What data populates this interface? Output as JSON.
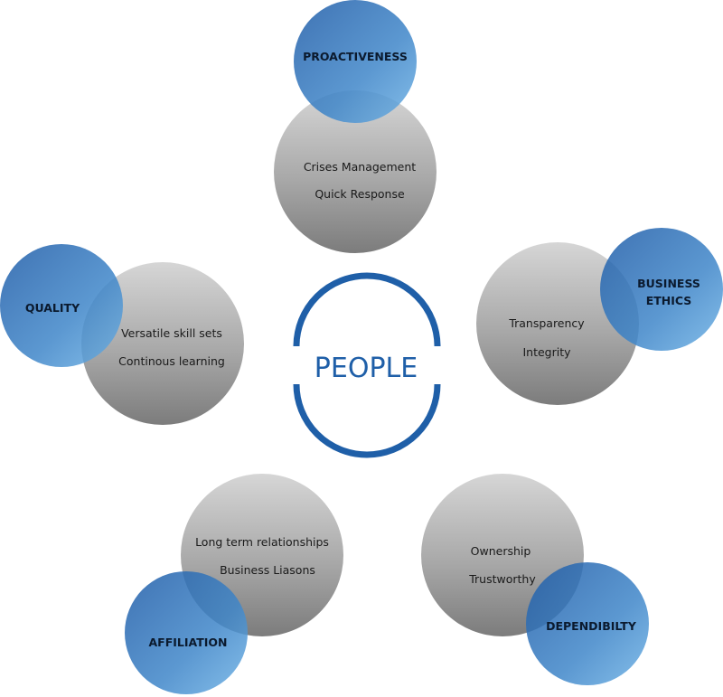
{
  "center": {
    "label": "PEOPLE"
  },
  "clusters": [
    {
      "key": "proactiveness",
      "badge": [
        "PROACTIVENESS"
      ],
      "items": [
        "Crises Management",
        "Quick Response"
      ]
    },
    {
      "key": "business-ethics",
      "badge": [
        "BUSINESS",
        "ETHICS"
      ],
      "items": [
        "Transparency",
        "Integrity"
      ]
    },
    {
      "key": "quality",
      "badge": [
        "QUALITY"
      ],
      "items": [
        "Versatile skill sets",
        "Continous learning"
      ]
    },
    {
      "key": "affiliation",
      "badge": [
        "AFFILIATION"
      ],
      "items": [
        "Long term relationships",
        "Business Liasons"
      ]
    },
    {
      "key": "dependability",
      "badge": [
        "DEPENDIBILTY"
      ],
      "items": [
        "Ownership",
        "Trustworthy"
      ]
    }
  ],
  "colors": {
    "blue_light": "#5aa0d8",
    "blue_dark": "#1f5fa8",
    "gray_light": "#d4d4d4",
    "gray_dark": "#7a7a7a",
    "center_ring": "#1f5fa8"
  }
}
